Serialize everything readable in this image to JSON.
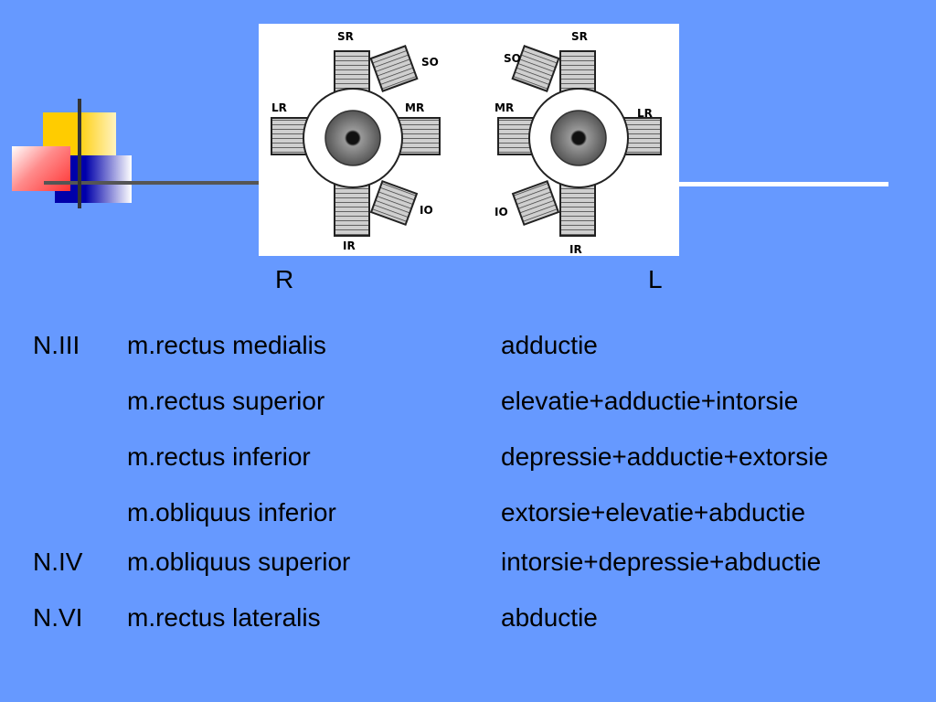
{
  "figure": {
    "right_eye": {
      "superior_rectus": "SR",
      "superior_oblique": "SO",
      "lateral_rectus": "LR",
      "medial_rectus": "MR",
      "inferior_oblique": "IO",
      "inferior_rectus": "IR"
    },
    "left_eye": {
      "superior_rectus": "SR",
      "superior_oblique": "SO",
      "lateral_rectus": "LR",
      "medial_rectus": "MR",
      "inferior_oblique": "IO",
      "inferior_rectus": "IR"
    }
  },
  "sides": {
    "right": "R",
    "left": "L"
  },
  "rows": [
    {
      "nerve": "N.III",
      "muscle": "m.rectus medialis",
      "action": "adductie"
    },
    {
      "nerve": "",
      "muscle": "m.rectus superior",
      "action": "elevatie+adductie+intorsie"
    },
    {
      "nerve": "",
      "muscle": "m.rectus inferior",
      "action": "depressie+adductie+extorsie"
    },
    {
      "nerve": "",
      "muscle": "m.obliquus inferior",
      "action": "extorsie+elevatie+abductie"
    },
    {
      "nerve": "N.IV",
      "muscle": "m.obliquus superior",
      "action": "intorsie+depressie+abductie"
    },
    {
      "nerve": "N.VI",
      "muscle": "m.rectus lateralis",
      "action": "abductie"
    }
  ],
  "colors": {
    "background": "#6699ff",
    "accent_yellow": "#ffcc00",
    "accent_red": "#ff3333",
    "accent_blue": "#0000aa"
  }
}
